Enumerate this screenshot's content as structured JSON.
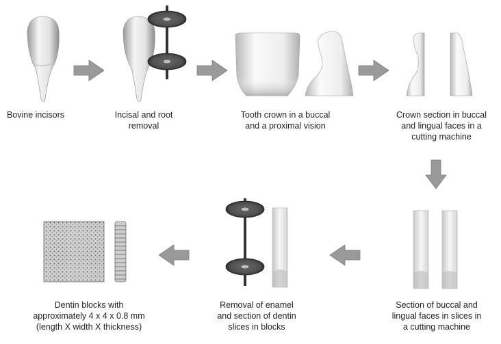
{
  "steps": [
    {
      "id": "s1",
      "lines": [
        "Bovine incisors"
      ]
    },
    {
      "id": "s2",
      "lines": [
        "Incisal and root",
        "removal"
      ]
    },
    {
      "id": "s3",
      "lines": [
        "Tooth crown in a buccal",
        "and a proximal vision"
      ]
    },
    {
      "id": "s4",
      "lines": [
        "Crown section in buccal",
        "and lingual faces in a",
        "cutting machine"
      ]
    },
    {
      "id": "s5",
      "lines": [
        "Section of buccal and",
        "lingual faces in slices  in",
        "a cutting machine"
      ]
    },
    {
      "id": "s6",
      "lines": [
        "Removal of enamel",
        "and section of dentin",
        "slices  in blocks"
      ]
    },
    {
      "id": "s7",
      "lines": [
        "Dentin blocks with",
        "approximately 4 x 4 x 0.8 mm",
        "(length X width X thickness)"
      ]
    }
  ],
  "colors": {
    "arrow": "#9a9a9a",
    "arrow_edge": "#7a7a7a",
    "disc": "#555555",
    "text": "#222222"
  }
}
